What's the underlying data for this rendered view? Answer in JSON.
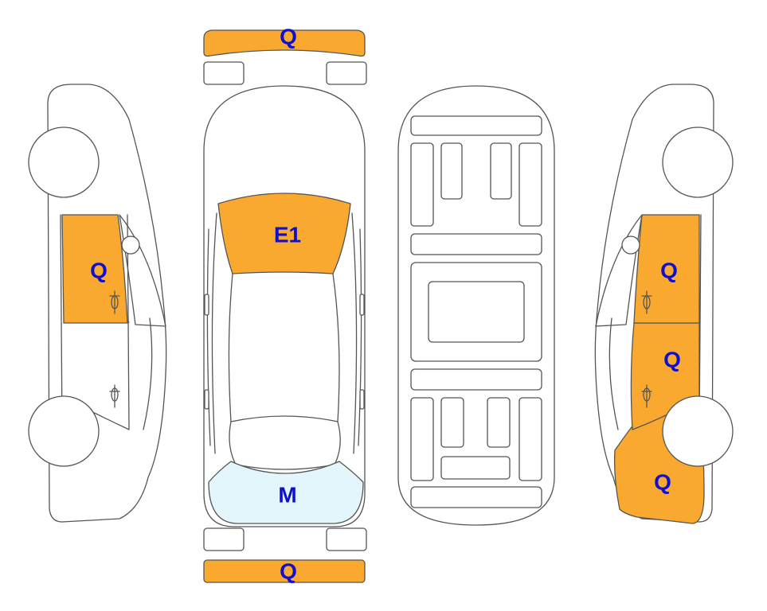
{
  "colors": {
    "damaged": "#F9A930",
    "glass": "#E2F6FC",
    "label": "#1010CC",
    "outline": "#555555"
  },
  "zones": {
    "front_bumper": {
      "code": "Q"
    },
    "rear_bumper": {
      "code": "Q"
    },
    "windshield": {
      "code": "E1"
    },
    "rear_window": {
      "code": "M"
    },
    "left_front_door": {
      "code": "Q"
    },
    "right_front_door": {
      "code": "Q"
    },
    "right_rear_door": {
      "code": "Q"
    },
    "right_rear_quarter": {
      "code": "Q"
    }
  }
}
